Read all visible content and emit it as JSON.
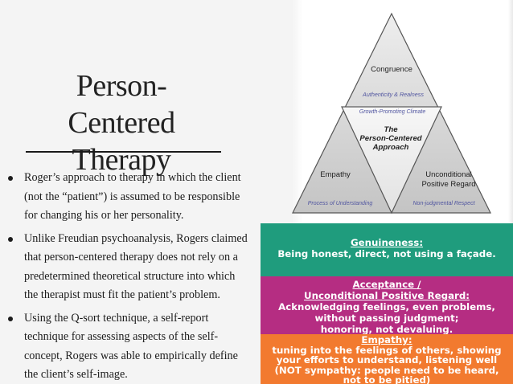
{
  "slide": {
    "title_line1": "Person-Centered",
    "title_line2": "Therapy",
    "bullets": [
      "Roger’s approach to therapy in which the client (not the “patient”) is assumed to be responsible for changing his or her personality.",
      "Unlike Freudian psychoanalysis, Rogers claimed that person-centered therapy does not rely on a predetermined theoretical structure into which the therapist must fit the patient’s problem.",
      "Using the Q-sort technique, a self-report technique for assessing aspects of the self-concept, Rogers was able to empirically define the client’s self-image."
    ]
  },
  "triangle": {
    "top": "Congruence",
    "top_sub": "Authenticity & Realness",
    "center_caption": "Growth-Promoting Climate",
    "center_line1": "The",
    "center_line2": "Person-Centered",
    "center_line3": "Approach",
    "left": "Empathy",
    "left_sub": "Process of Understanding",
    "right_line1": "Unconditional",
    "right_line2": "Positive Regard",
    "right_sub": "Non-judgmental Respect"
  },
  "boxes": {
    "genuineness_heading": "Genuineness:",
    "genuineness_body": "Being honest, direct, not using a façade.",
    "acceptance_heading1": "Acceptance /",
    "acceptance_heading2": "Unconditional Positive Regard:",
    "acceptance_body1": "Acknowledging feelings, even problems,",
    "acceptance_body2": "without passing judgment;",
    "acceptance_body3": "honoring, not devaluing.",
    "empathy_heading": "Empathy:",
    "empathy_body1": "tuning into the feelings of others, showing",
    "empathy_body2": "your efforts to understand, listening well",
    "empathy_body3": "(NOT sympathy: people need to be heard,",
    "empathy_body4": "not to be pitied)"
  },
  "colors": {
    "genuineness": "#1f9c7d",
    "acceptance": "#b52d82",
    "empathy": "#f27a2f",
    "triangle_fill": "#d0d0d0",
    "triangle_caption": "#5156a0"
  }
}
